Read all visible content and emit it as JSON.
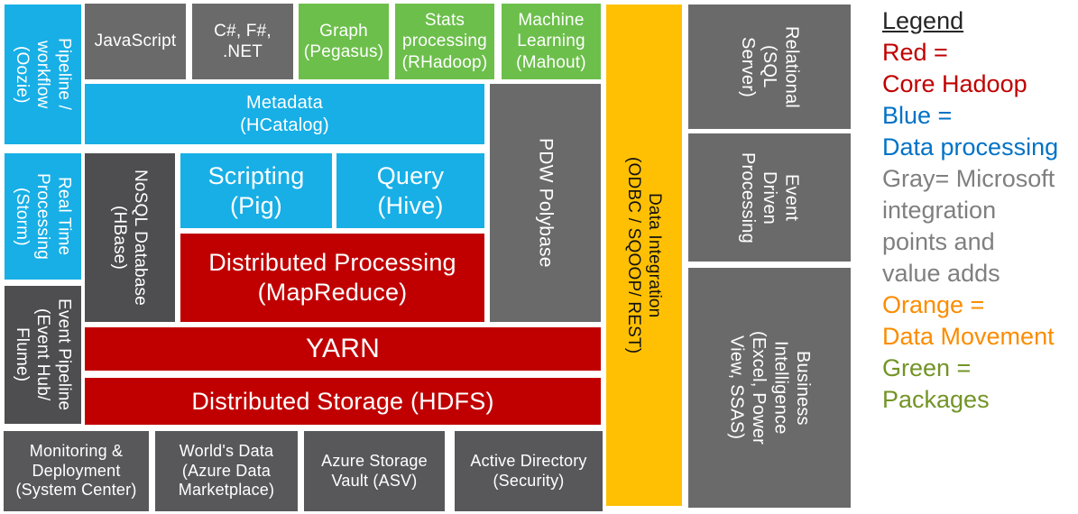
{
  "palette": {
    "blue": "#17AFE6",
    "green": "#6CBF4B",
    "red": "#C00000",
    "orange": "#FFC003",
    "gray": "#6A6A6A",
    "gray_dark": "#4E4E50",
    "gray_bottom": "#58585B",
    "legend_title": "#262626",
    "legend_red": "#C00000",
    "legend_blue": "#0072C6",
    "legend_gray": "#7F7F7F",
    "legend_orange": "#FB8C00",
    "legend_green": "#739426"
  },
  "left_column": {
    "pipeline_workflow": {
      "lines": [
        "Pipeline /",
        "workflow",
        "(Oozie)"
      ]
    },
    "real_time_processing": {
      "lines": [
        "Real Time",
        "Processing",
        "(Storm)"
      ]
    },
    "event_pipeline": {
      "lines": [
        "Event Pipeline",
        "(Event Hub/",
        "Flume)"
      ]
    }
  },
  "top_row": {
    "javascript": {
      "lines": [
        "JavaScript"
      ]
    },
    "dotnet": {
      "lines": [
        "C#, F#,",
        ".NET"
      ]
    },
    "graph": {
      "lines": [
        "Graph",
        "(Pegasus)"
      ]
    },
    "stats_processing": {
      "lines": [
        "Stats",
        "processing",
        "(RHadoop)"
      ]
    },
    "machine_learning": {
      "lines": [
        "Machine",
        "Learning",
        "(Mahout)"
      ]
    }
  },
  "core": {
    "metadata": {
      "lines": [
        "Metadata",
        "(HCatalog)"
      ]
    },
    "nosql_database": {
      "lines": [
        "NoSQL Database",
        "(HBase)"
      ]
    },
    "scripting": {
      "lines": [
        "Scripting",
        "(Pig)"
      ]
    },
    "query": {
      "lines": [
        "Query",
        "(Hive)"
      ]
    },
    "distributed_processing": {
      "lines": [
        "Distributed Processing",
        "(MapReduce)"
      ]
    },
    "yarn": {
      "lines": [
        "YARN"
      ]
    },
    "distributed_storage": {
      "lines": [
        "Distributed Storage (HDFS)"
      ]
    },
    "pdw_polybase": {
      "lines": [
        "PDW Polybase"
      ]
    }
  },
  "data_integration": {
    "lines": [
      "Data Integration",
      "(ODBC / SQOOP/ REST)"
    ]
  },
  "right_column": {
    "relational": {
      "lines": [
        "Relational",
        "(SQL",
        "Server)"
      ]
    },
    "event_driven": {
      "lines": [
        "Event",
        "Driven",
        "Processing"
      ]
    },
    "business_intelligence": {
      "lines": [
        "Business",
        "Intelligence",
        "(Excel, Power",
        "View, SSAS)"
      ]
    }
  },
  "bottom_row": {
    "monitoring": {
      "lines": [
        "Monitoring &",
        "Deployment",
        "(System Center)"
      ]
    },
    "worlds_data": {
      "lines": [
        "World's Data",
        "(Azure Data",
        "Marketplace)"
      ]
    },
    "azure_storage_vault": {
      "lines": [
        "Azure Storage",
        "Vault (ASV)"
      ]
    },
    "active_directory": {
      "lines": [
        "Active Directory",
        "(Security)"
      ]
    }
  },
  "legend": {
    "title": "Legend",
    "entries": [
      {
        "key": "legend_red",
        "lines": [
          "Red =",
          "Core Hadoop"
        ]
      },
      {
        "key": "legend_blue",
        "lines": [
          "Blue =",
          "Data processing"
        ]
      },
      {
        "key": "legend_gray",
        "lines": [
          "Gray= Microsoft",
          "integration",
          "points and",
          "value adds"
        ]
      },
      {
        "key": "legend_orange",
        "lines": [
          "Orange =",
          "Data Movement"
        ]
      },
      {
        "key": "legend_green",
        "lines": [
          "Green =",
          "Packages"
        ]
      }
    ]
  }
}
